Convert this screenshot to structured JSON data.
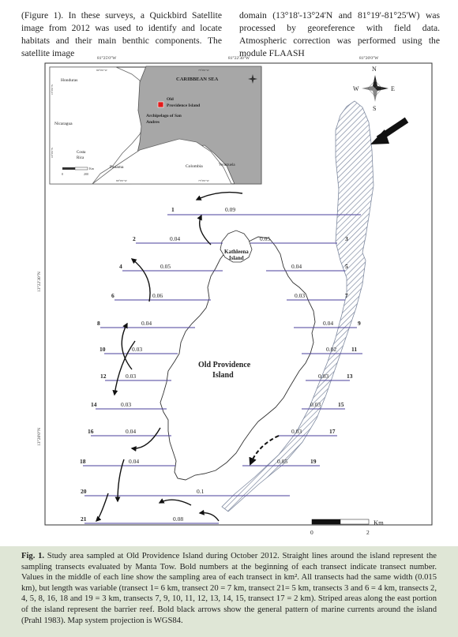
{
  "intro": {
    "left_text": "(Figure 1). In these surveys, a Quickbird Satellite image from 2012 was used to identify and locate habitats and their main benthic components. The satellite image",
    "right_text": "domain (13°18'-13°24'N and 81°19'-81°25'W) was processed by georeference with field data. Atmospheric correction was performed using the module FLAASH"
  },
  "map": {
    "top_ticks": [
      "81°25'0\"W",
      "81°22'30\"W",
      "81°20'0\"W"
    ],
    "left_ticks": [
      "13°22'30\"N",
      "13°20'0\"N"
    ],
    "island_label_1": "Old Providence",
    "island_label_2": "Island",
    "kathleena_1": "Kathleena",
    "kathleena_2": "Island",
    "scale_unit": "Km",
    "scale_0": "0",
    "scale_2": "2",
    "compass": {
      "n": "N",
      "s": "S",
      "e": "E",
      "w": "W"
    },
    "transects": [
      {
        "num": "1",
        "value": "0.09"
      },
      {
        "num": "2",
        "value": "0.04"
      },
      {
        "num": "3",
        "value": "0.05"
      },
      {
        "num": "4",
        "value": "0.05"
      },
      {
        "num": "5",
        "value": "0.04"
      },
      {
        "num": "6",
        "value": "0.06"
      },
      {
        "num": "7",
        "value": "0.03"
      },
      {
        "num": "8",
        "value": "0.04"
      },
      {
        "num": "9",
        "value": "0.04"
      },
      {
        "num": "10",
        "value": "0.03"
      },
      {
        "num": "11",
        "value": "0.02"
      },
      {
        "num": "12",
        "value": "0.03"
      },
      {
        "num": "13",
        "value": "0.03"
      },
      {
        "num": "14",
        "value": "0.03"
      },
      {
        "num": "15",
        "value": "0.03"
      },
      {
        "num": "16",
        "value": "0.04"
      },
      {
        "num": "17",
        "value": "0.03"
      },
      {
        "num": "18",
        "value": "0.04"
      },
      {
        "num": "19",
        "value": "0.05"
      },
      {
        "num": "20",
        "value": "0.1"
      },
      {
        "num": "21",
        "value": "0.08"
      }
    ],
    "inset": {
      "sea": "CARIBBEAN SEA",
      "honduras": "Honduras",
      "nicaragua": "Nicaragua",
      "costa_rica_1": "Costa",
      "costa_rica_2": "Rica",
      "panama": "Panama",
      "colombia": "Colombia",
      "venezuela": "Venezuela",
      "old_prov_1": "Old",
      "old_prov_2": "Providence Island",
      "archipelago_1": "Archipelago of San",
      "archipelago_2": "Andres",
      "tick_top_left": "80°0'0\"W",
      "tick_top_right": "75°0'0\"W",
      "tick_bottom_left": "80°0'0\"W",
      "tick_bottom_right": "75°0'0\"W",
      "tick_left_top": "15°0'0\"N",
      "tick_left_bottom": "10°0'0\"N",
      "scale_unit": "Km",
      "scale_0": "0",
      "scale_200": "200"
    }
  },
  "caption": {
    "label": "Fig. 1.",
    "text": "Study area sampled at Old Providence Island during October 2012. Straight lines around the island represent the sampling transects evaluated by Manta Tow. Bold numbers at the beginning of each transect indicate transect number. Values in the middle of each line show the sampling area of each transect in km². All transects had the same width (0.015 km), but length was variable (transect 1= 6 km, transect 20 = 7 km, transect 21= 5 km, transects 3 and 6 = 4 km, transects 2, 4, 5, 8, 16, 18 and 19 = 3 km, transects 7, 9, 10, 11, 12, 13, 14, 15, transect 17 = 2 km). Striped areas along the east portion of the island represent the barrier reef. Bold black arrows show the general pattern of marine currents around the island (Prahl 1983). Map system projection is WGS84."
  }
}
